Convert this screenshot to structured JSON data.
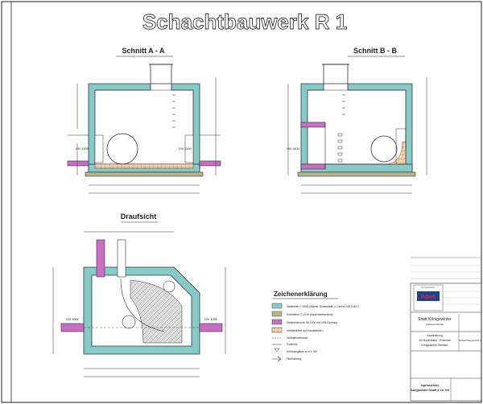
{
  "drawing": {
    "title": "Schachtbauwerk R 1",
    "section_a": "Schnitt  A - A",
    "section_b": "Schnitt  B - B",
    "plan": "Draufsicht",
    "pipe_label_1": "DN 1000",
    "pipe_label_2": "DN 1000",
    "pipe_label_3": "DN 1400",
    "pipe_label_4": "DN 1000",
    "pipe_label_5": "DN 1000"
  },
  "legend": {
    "title": "Zeichenerklärung",
    "items": [
      "Stahlbeton C 35/45 (Wände, Bodenplatte u. Decke) DIN 1045-2",
      "Unterbeton C 12/15 (Sauberkeitsschicht)",
      "Stahlbetonrohre DN 1000 mit GSM-Dichtung",
      "Gefälleklinker aus Kanalklinkern",
      "Geländeoberkante",
      "Sohlhöhe",
      "Höhenangaben in m ü. NN",
      "Fließrichtung"
    ]
  },
  "titleblock": {
    "client": "Stadt Königswinter",
    "client_sub": "Abwasserbetrieb",
    "project_1": "Kanalisierung",
    "project_2": "BV Bodenbach - Rosental",
    "project_3": "Königswinter-Stieldorf",
    "plan_name": "Schachtbauwerk R 1",
    "company_1": "Ingenieurbüro",
    "company_2": "Königswinter GmbH & Co. KG",
    "logo_text": "Ihben",
    "stamp": "Königswinter"
  },
  "colors": {
    "concrete": "#86cbc7",
    "base": "#b8b68c",
    "pipe": "#c86fc4",
    "clinker": "#f0c090"
  }
}
